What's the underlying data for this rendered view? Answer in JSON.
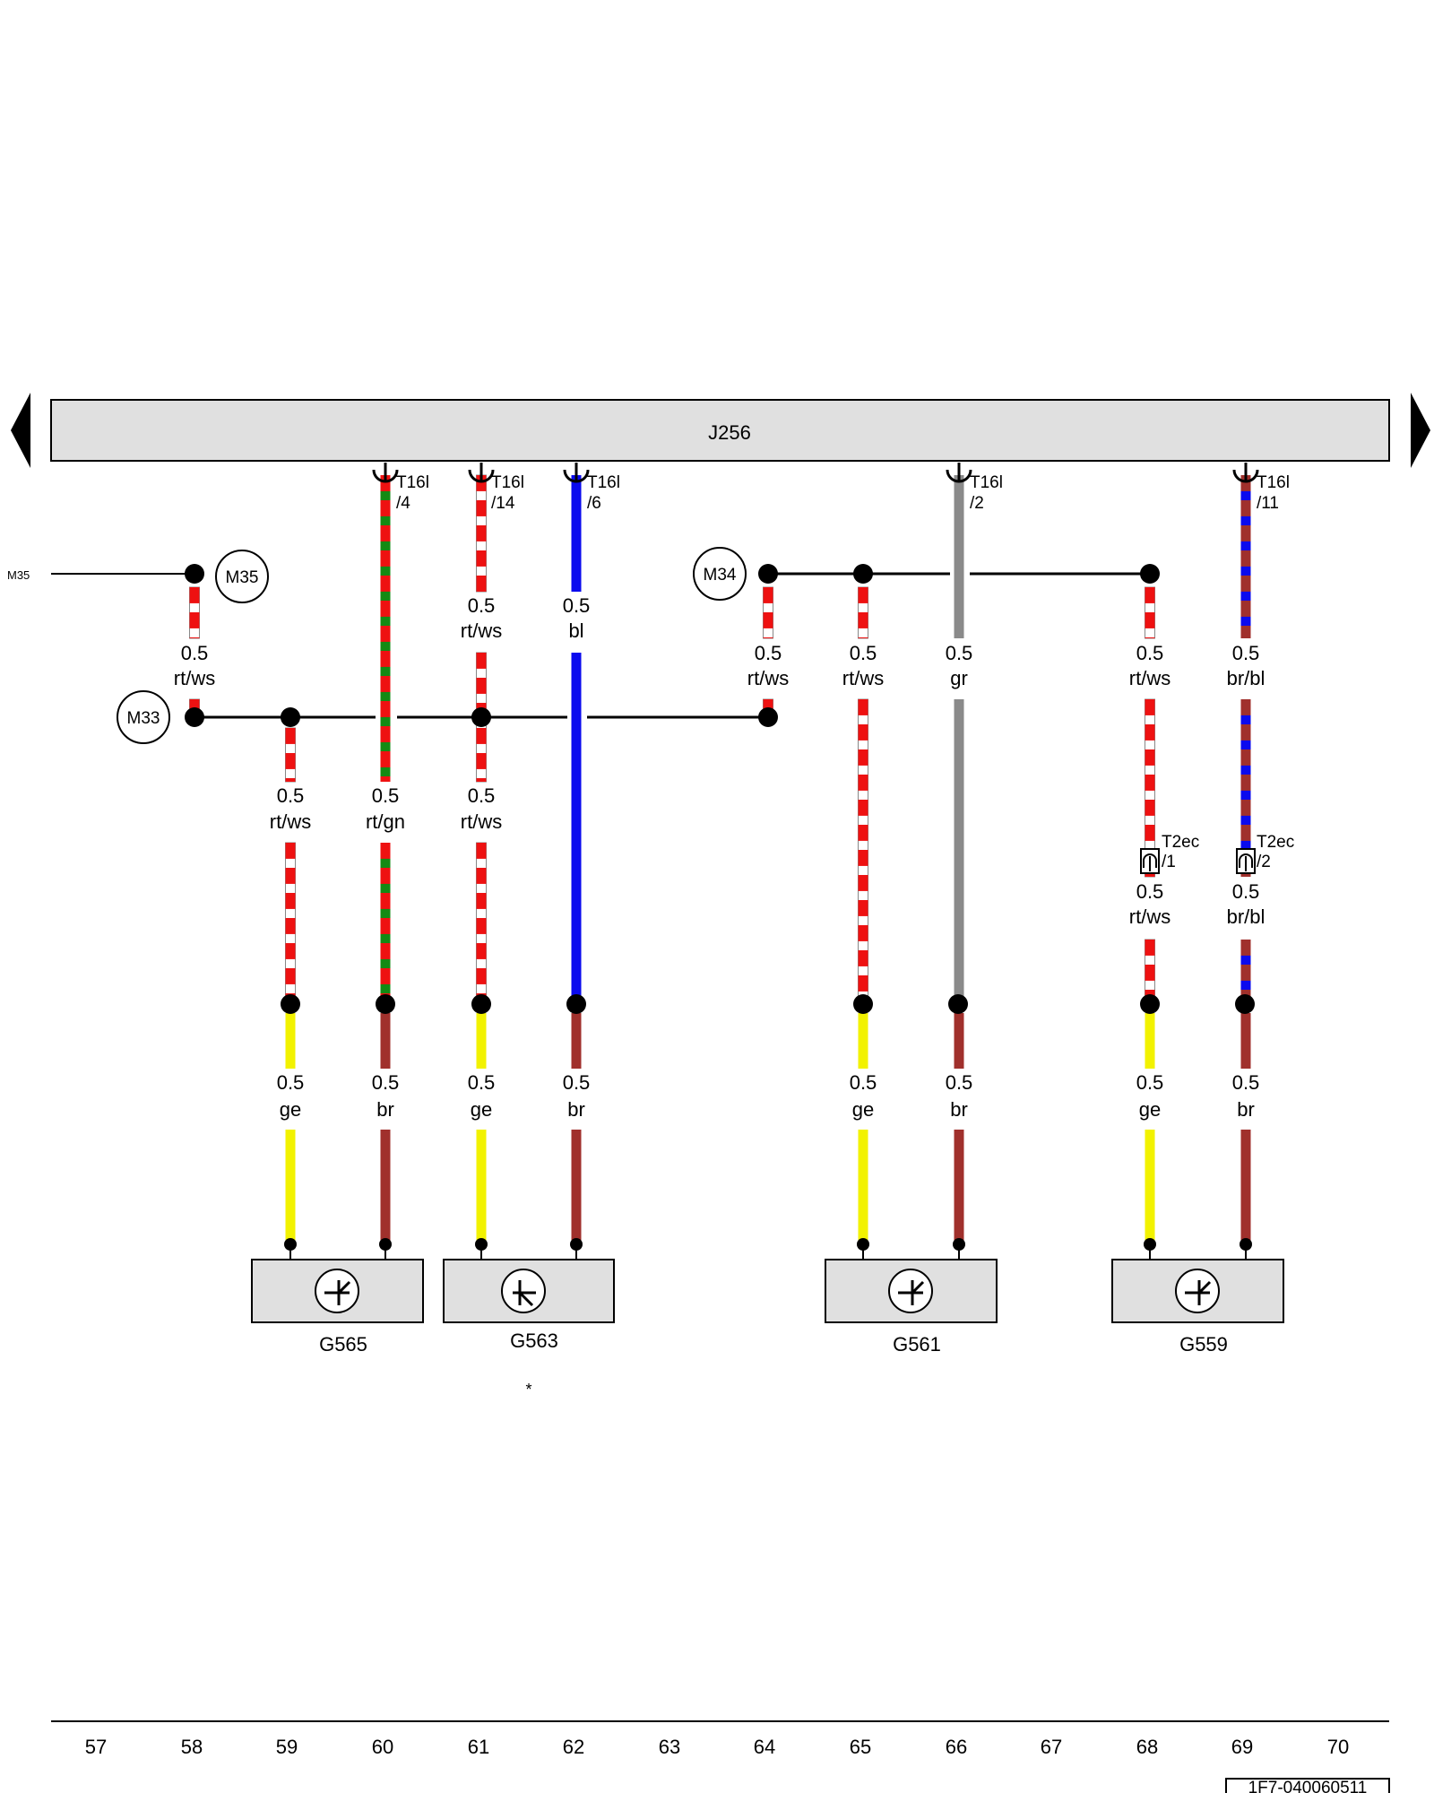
{
  "control_unit": {
    "label": "J256"
  },
  "connectors": {
    "T16l_4": {
      "name": "T16l",
      "pin": "/4"
    },
    "T16l_14": {
      "name": "T16l",
      "pin": "/14"
    },
    "T16l_6": {
      "name": "T16l",
      "pin": "/6"
    },
    "T16l_2": {
      "name": "T16l",
      "pin": "/2"
    },
    "T16l_11": {
      "name": "T16l",
      "pin": "/11"
    },
    "T2ec_1": {
      "name": "T2ec",
      "pin": "/1"
    },
    "T2ec_2": {
      "name": "T2ec",
      "pin": "/2"
    }
  },
  "connections": {
    "M35": "M35",
    "M35_ref": "M35",
    "M33": "M33",
    "M34": "M34"
  },
  "wires": {
    "w_m35": {
      "size": "0.5",
      "color": "rt/ws"
    },
    "w_t4_top": {
      "size": "0.5",
      "color": "rt/gn"
    },
    "w_t14_top": {
      "size": "0.5",
      "color": "rt/ws"
    },
    "w_t6_top": {
      "size": "0.5",
      "color": "bl"
    },
    "w_m34_a": {
      "size": "0.5",
      "color": "rt/ws"
    },
    "w_m34_b": {
      "size": "0.5",
      "color": "rt/ws"
    },
    "w_t2_top": {
      "size": "0.5",
      "color": "gr"
    },
    "w_m34_c": {
      "size": "0.5",
      "color": "rt/ws"
    },
    "w_t11_top": {
      "size": "0.5",
      "color": "br/bl"
    },
    "w_m33_a": {
      "size": "0.5",
      "color": "rt/ws"
    },
    "w_m33_b": {
      "size": "0.5",
      "color": "rt/ws"
    },
    "w_t2ec1": {
      "size": "0.5",
      "color": "rt/ws"
    },
    "w_t2ec2": {
      "size": "0.5",
      "color": "br/bl"
    },
    "w_s1": {
      "size": "0.5",
      "color": "ge"
    },
    "w_s2": {
      "size": "0.5",
      "color": "br"
    },
    "w_s3": {
      "size": "0.5",
      "color": "ge"
    },
    "w_s4": {
      "size": "0.5",
      "color": "br"
    },
    "w_s5": {
      "size": "0.5",
      "color": "ge"
    },
    "w_s6": {
      "size": "0.5",
      "color": "br"
    },
    "w_s7": {
      "size": "0.5",
      "color": "ge"
    },
    "w_s8": {
      "size": "0.5",
      "color": "br"
    }
  },
  "sensors": {
    "g565": "G565",
    "g563": "G563",
    "g561": "G561",
    "g559": "G559",
    "g563_note": "*"
  },
  "grid_numbers": [
    "57",
    "58",
    "59",
    "60",
    "61",
    "62",
    "63",
    "64",
    "65",
    "66",
    "67",
    "68",
    "69",
    "70"
  ],
  "doc_number": "1F7-040060511",
  "colors": {
    "red": "#ee1111",
    "white": "#ffffff",
    "green": "#138a13",
    "blue": "#0a0aee",
    "grey": "#8a8a8a",
    "brown": "#a0302c",
    "yellow": "#f2f200",
    "box": "#e0e0e0"
  }
}
